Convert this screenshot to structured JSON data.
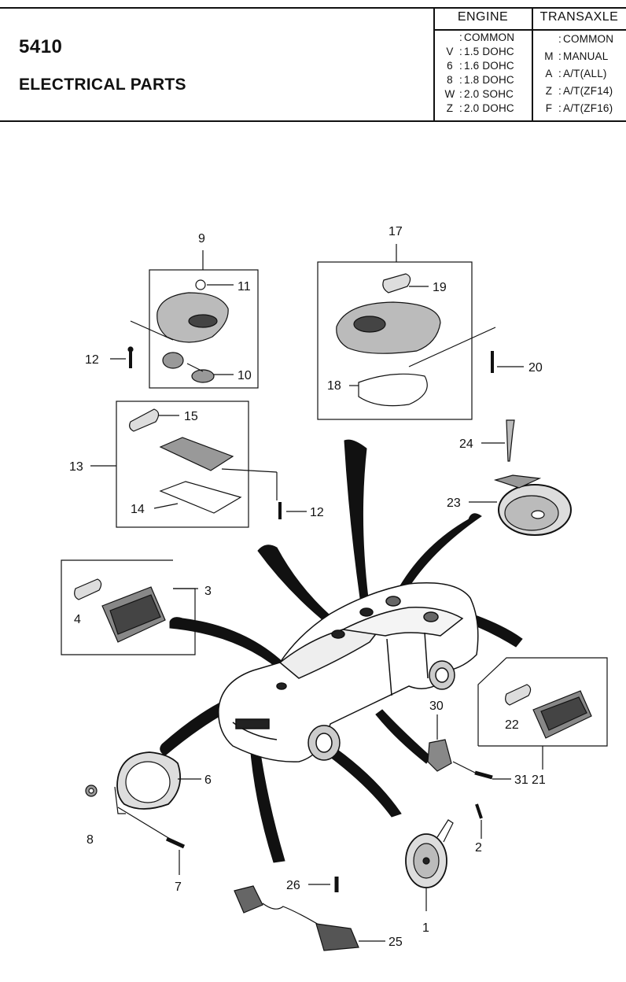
{
  "header": {
    "code": "5410",
    "title": "ELECTRICAL PARTS",
    "engine": {
      "heading": "ENGINE",
      "rows": [
        {
          "key": "",
          "value": "COMMON"
        },
        {
          "key": "V",
          "value": "1.5 DOHC"
        },
        {
          "key": "6",
          "value": "1.6 DOHC"
        },
        {
          "key": "8",
          "value": "1.8 DOHC"
        },
        {
          "key": "W",
          "value": "2.0 SOHC"
        },
        {
          "key": "Z",
          "value": "2.0 DOHC"
        }
      ]
    },
    "transaxle": {
      "heading": "TRANSAXLE",
      "rows": [
        {
          "key": "",
          "value": "COMMON"
        },
        {
          "key": "M",
          "value": "MANUAL"
        },
        {
          "key": "A",
          "value": "A/T(ALL)"
        },
        {
          "key": "Z",
          "value": "A/T(ZF14)"
        },
        {
          "key": "F",
          "value": "A/T(ZF16)"
        }
      ]
    }
  },
  "diagram": {
    "callouts": [
      "1",
      "2",
      "3",
      "4",
      "6",
      "7",
      "8",
      "9",
      "10",
      "11",
      "12",
      "12",
      "13",
      "14",
      "15",
      "17",
      "18",
      "19",
      "20",
      "21",
      "22",
      "23",
      "24",
      "25",
      "26",
      "30",
      "31"
    ]
  }
}
